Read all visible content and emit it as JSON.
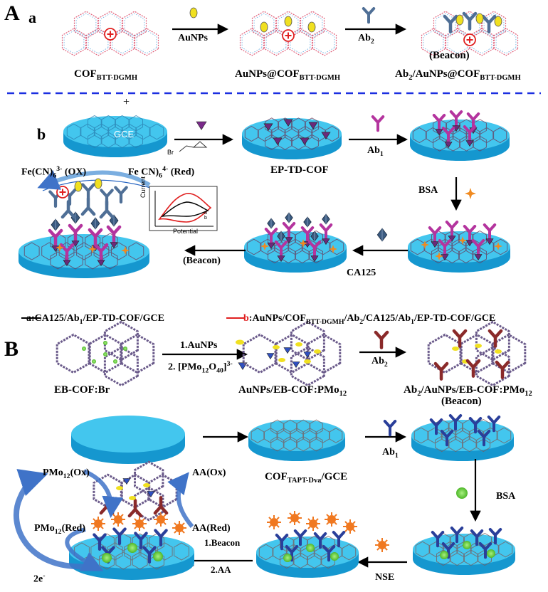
{
  "panelA": {
    "letter": "A",
    "a": {
      "letter": "a",
      "step1_reagent": "AuNPs",
      "step2_reagent": "Ab",
      "step2_reagent_sub": "2",
      "cof_name": "COF",
      "cof_name_sub": "BTT-DGMH",
      "product1": "AuNPs@COF",
      "product1_sub": "BTT-DGMH",
      "beacon": "(Beacon)",
      "product2_pre": "Ab",
      "product2_pre_sub": "2",
      "product2": "/AuNPs@COF",
      "product2_sub": "BTT-DGMH"
    },
    "b": {
      "letter": "b",
      "plus": "+",
      "gce": "GCE",
      "br": "Br",
      "ep_td_cof": "EP-TD-COF",
      "ab1": "Ab",
      "ab1_sub": "1",
      "bsa": "BSA",
      "ca125": "CA125",
      "beacon": "(Beacon)",
      "ox_label": "Fe(CN)",
      "ox_sub": "6",
      "ox_sup": "3-",
      "ox_tail": " (OX)",
      "red_label": "Fe CN)",
      "red_sub": "6",
      "red_sup": "4-",
      "red_tail": " (Red)",
      "cv_current": "Current",
      "cv_potential": "Potential",
      "cv_curve_a": "a",
      "cv_curve_b": "b",
      "legend_a_pre": "a:CA125/Ab",
      "legend_a_sub": "1",
      "legend_a_post": "/EP-TD-COF/GCE",
      "legend_b_letter": "b",
      "legend_b_p1": ":AuNPs/COF",
      "legend_b_sub1": "BTT-DGMH",
      "legend_b_p2": "/Ab",
      "legend_b_sub2": "2",
      "legend_b_p3": "/CA125/Ab",
      "legend_b_sub3": "1",
      "legend_b_p4": "/EP-TD-COF/GCE"
    }
  },
  "panelB": {
    "letter": "B",
    "eb_cof": "EB-COF:Br",
    "step1": "1.AuNPs",
    "step2_pre": "2. [PMo",
    "step2_sub1": "12",
    "step2_mid": "O",
    "step2_sub2": "40",
    "step2_post": "]",
    "step2_sup": "3-",
    "product1_pre": "AuNPs/EB-COF:PMo",
    "product1_sub": "12",
    "ab2": "Ab",
    "ab2_sub": "2",
    "product2_pre": "Ab",
    "product2_sub1": "2",
    "product2_mid": "/AuNPs/EB-COF:PMo",
    "product2_sub2": "12",
    "beacon": "(Beacon)",
    "cof_tapt": "COF",
    "cof_tapt_sub": "TAPT-Dva",
    "cof_tapt_post": "/GCE",
    "ab1": "Ab",
    "ab1_sub": "1",
    "bsa": "BSA",
    "nse": "NSE",
    "step_beacon": "1.Beacon",
    "step_aa": "2.AA",
    "pmo_ox_pre": "PMo",
    "pmo_ox_sub": "12",
    "pmo_ox_post": "(Ox)",
    "pmo_red_pre": "PMo",
    "pmo_red_sub": "12",
    "pmo_red_post": "(Red)",
    "aa_ox": "AA(Ox)",
    "aa_red": "AA(Red)",
    "electrons": "2e",
    "electrons_sup": "-"
  },
  "colors": {
    "electrode_top": "#43c6ee",
    "electrode_side": "#1597cf",
    "divider": "#1b2fe0",
    "gold": "#f0e020",
    "ab_purple": "#b4349e",
    "ab_steel": "#4f6f96",
    "ab_navy": "#2a3f9a",
    "ab_maroon": "#8a2a2a",
    "antigen": "#3a5a80",
    "bsa_orange": "#f08a20",
    "nse_orange": "#f07820",
    "bsa_green": "#6fcf3a",
    "arrow_blue": "#3f73c8",
    "curve_red": "#e02020"
  }
}
